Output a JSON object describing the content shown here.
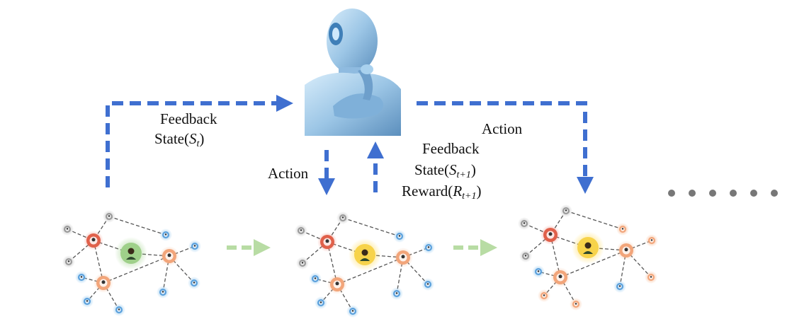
{
  "labels": {
    "feedback_left": "Feedback",
    "state_left": "State(",
    "state_left_var": "S",
    "state_left_sub": "t",
    "action_mid": "Action",
    "feedback_right": "Feedback",
    "state_right": "State(",
    "state_right_var": "S",
    "state_right_sub": "t+1",
    "reward_right": "Reward(",
    "reward_right_var": "R",
    "reward_right_sub": "t+1",
    "action_right": "Action",
    "close_paren": ")"
  },
  "colors": {
    "loop_arrow": "#3f6fd0",
    "transition_arrow": "#b8dca4",
    "edge": "#555555",
    "ellipsis_dot": "#777777",
    "node_red": "#e0604a",
    "node_orange": "#f2a57a",
    "node_blue": "#5aa0dc",
    "node_gray": "#9a9a9a",
    "node_center_green": "#9fd08a",
    "node_center_yellow": "#f7d34a",
    "robot": "#9cc6e6"
  },
  "graphs": [
    {
      "name": "graph-initial",
      "center_node_color": "green",
      "leaf_type": "mixed"
    },
    {
      "name": "graph-step-1",
      "center_node_color": "yellow",
      "leaf_type": "mixed"
    },
    {
      "name": "graph-step-2",
      "center_node_color": "yellow",
      "leaf_type": "orange-influenced"
    }
  ],
  "agent_icon": "robot-thinking-icon",
  "ellipsis": "······"
}
